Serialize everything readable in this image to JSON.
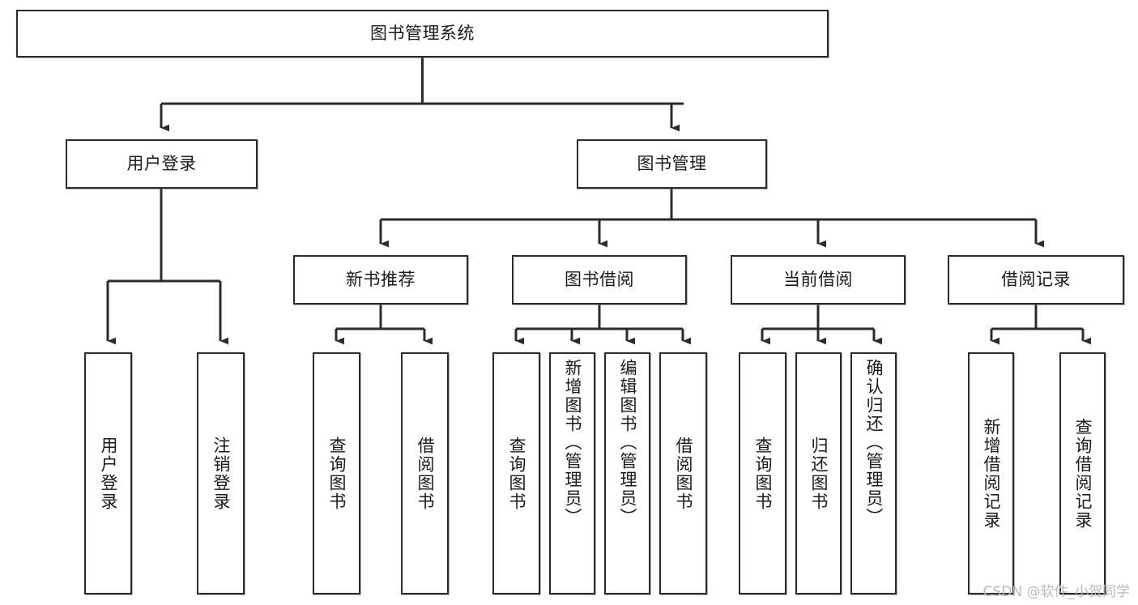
{
  "diagram": {
    "type": "tree-hierarchy-chart",
    "title": "图书管理系统",
    "stroke_color": "#2b2b2b",
    "fill_color": "#ffffff",
    "text_color": "#1a1a1a",
    "watermark": "CSDN @软件_小贺同学",
    "levels": {
      "root": {
        "label": "图书管理系统"
      },
      "level2": [
        {
          "label": "用户登录"
        },
        {
          "label": "图书管理"
        }
      ],
      "level3": [
        {
          "label": "新书推荐"
        },
        {
          "label": "图书借阅"
        },
        {
          "label": "当前借阅"
        },
        {
          "label": "借阅记录"
        }
      ],
      "leaves": {
        "user_login": [
          {
            "label": "用户登录"
          },
          {
            "label": "注销登录"
          }
        ],
        "new_book_recommend": [
          {
            "label": "查询图书"
          },
          {
            "label": "借阅图书"
          }
        ],
        "book_borrow": [
          {
            "label": "查询图书"
          },
          {
            "label": "新增图书（管理员）"
          },
          {
            "label": "编辑图书（管理员）"
          },
          {
            "label": "借阅图书"
          }
        ],
        "current_borrow": [
          {
            "label": "查询图书"
          },
          {
            "label": "归还图书"
          },
          {
            "label": "确认归还（管理员）"
          }
        ],
        "borrow_record": [
          {
            "label": "新增借阅记录"
          },
          {
            "label": "查询借阅记录"
          }
        ]
      }
    }
  }
}
